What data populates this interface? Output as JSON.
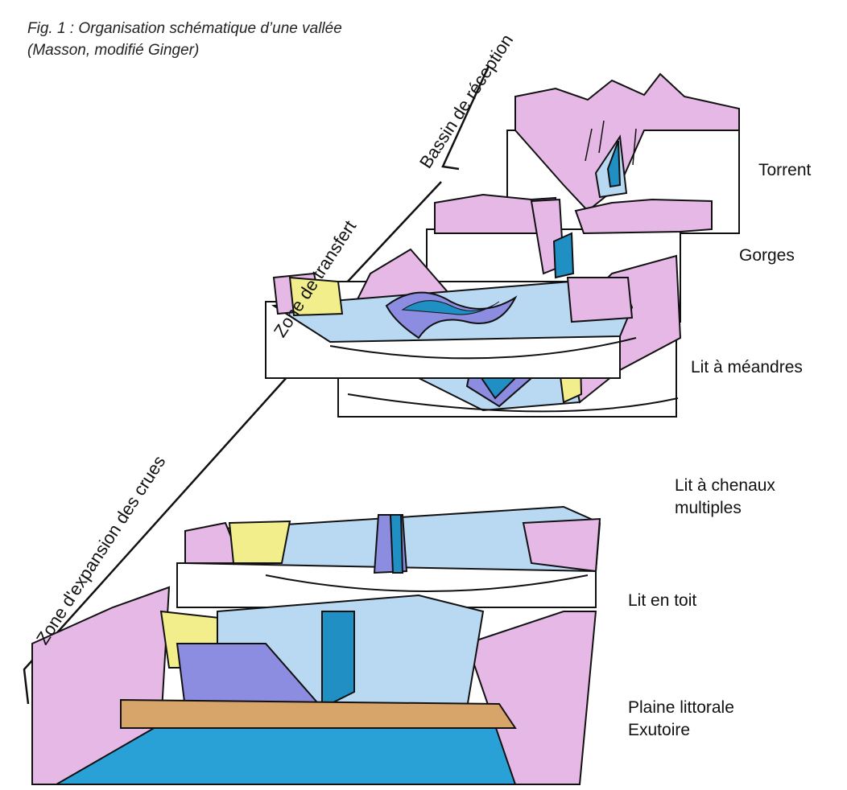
{
  "caption": {
    "line1": "Fig. 1 : Organisation schématique d’une vallée",
    "line2": "(Masson, modifié Ginger)"
  },
  "zones": {
    "reception": "Bassin de réception",
    "transfert": "Zone de transfert",
    "expansion": "Zone d'expansion des crues"
  },
  "blocks": {
    "torrent": "Torrent",
    "gorges": "Gorges",
    "meandres": "Lit à méandres",
    "chenaux_1": "Lit à chenaux",
    "chenaux_2": "multiples",
    "toit": "Lit en toit",
    "plaine_1": "Plaine littorale",
    "plaine_2": "Exutoire"
  },
  "colors": {
    "relief": "#e6b8e6",
    "water_dark": "#1f8fc4",
    "water_light": "#b9d8f2",
    "channel": "#8c8ce0",
    "alluvium": "#f3ee8c",
    "beach": "#d7a46a",
    "sea": "#2aa1d6",
    "ink": "#111111"
  }
}
